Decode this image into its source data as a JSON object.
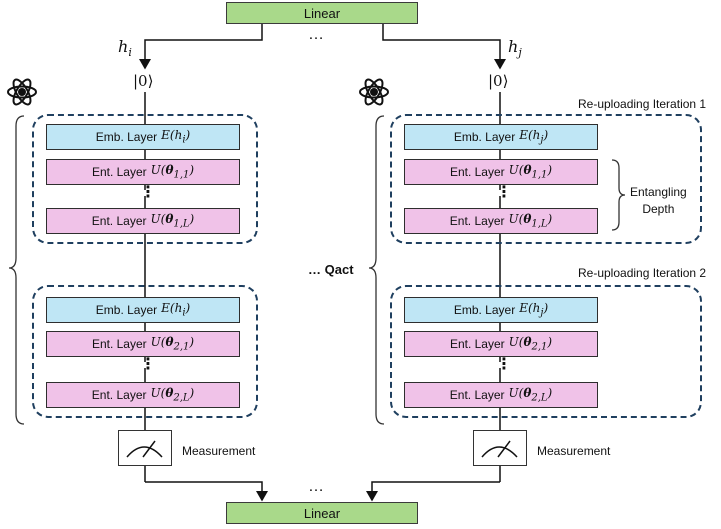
{
  "linear_top": "Linear",
  "linear_bottom": "Linear",
  "dots": "…",
  "input_left": {
    "symbol": "h",
    "sub": "i"
  },
  "input_right": {
    "symbol": "h",
    "sub": "j"
  },
  "ket": "|0⟩",
  "vdots": "⋮",
  "left": {
    "emb1": {
      "label": "Emb. Layer",
      "op": "E",
      "arg": "h",
      "sub": "i"
    },
    "ent11": {
      "label": "Ent. Layer",
      "op": "U",
      "theta": "θ",
      "sub": "1,1"
    },
    "ent1L": {
      "label": "Ent. Layer",
      "op": "U",
      "theta": "θ",
      "sub": "1,L"
    },
    "emb2": {
      "label": "Emb. Layer",
      "op": "E",
      "arg": "h",
      "sub": "i"
    },
    "ent21": {
      "label": "Ent. Layer",
      "op": "U",
      "theta": "θ",
      "sub": "2,1"
    },
    "ent2L": {
      "label": "Ent. Layer",
      "op": "U",
      "theta": "θ",
      "sub": "2,L"
    }
  },
  "right": {
    "emb1": {
      "label": "Emb. Layer",
      "op": "E",
      "arg": "h",
      "sub": "j"
    },
    "ent11": {
      "label": "Ent. Layer",
      "op": "U",
      "theta": "θ",
      "sub": "1,1"
    },
    "ent1L": {
      "label": "Ent. Layer",
      "op": "U",
      "theta": "θ",
      "sub": "1,L"
    },
    "emb2": {
      "label": "Emb. Layer",
      "op": "E",
      "arg": "h",
      "sub": "j"
    },
    "ent21": {
      "label": "Ent. Layer",
      "op": "U",
      "theta": "θ",
      "sub": "2,1"
    },
    "ent2L": {
      "label": "Ent. Layer",
      "op": "U",
      "theta": "θ",
      "sub": "2,L"
    }
  },
  "reupload_1": "Re-uploading Iteration 1",
  "reupload_2": "Re-uploading Iteration 2",
  "entangling_depth_line1": "Entangling",
  "entangling_depth_line2": "Depth",
  "qact": "Qact",
  "measurement": "Measurement",
  "icons": {
    "quantum": "atom-icon",
    "measure": "meter-gauge-icon"
  },
  "colors": {
    "linear_fill": "#a9d98a",
    "embedding_fill": "#bfe6f5",
    "entangling_fill": "#f0c2e8",
    "dashed_group": "#1f3f5f"
  }
}
